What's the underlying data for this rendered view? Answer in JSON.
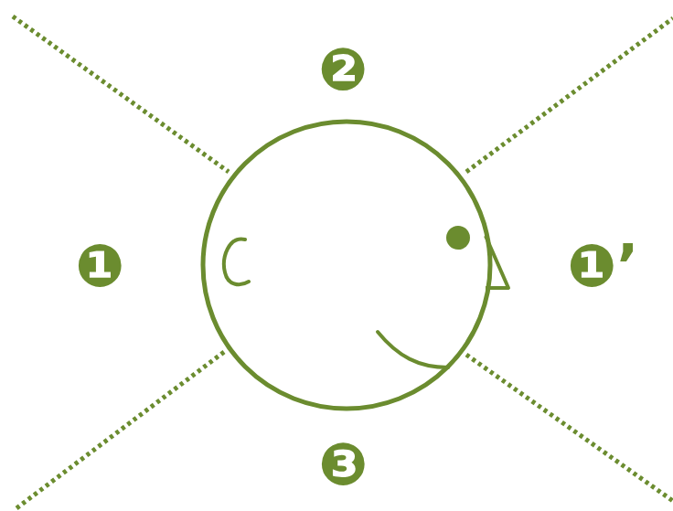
{
  "diagram": {
    "labels": [
      "❷",
      "❶",
      "❶’",
      "❸"
    ]
  }
}
